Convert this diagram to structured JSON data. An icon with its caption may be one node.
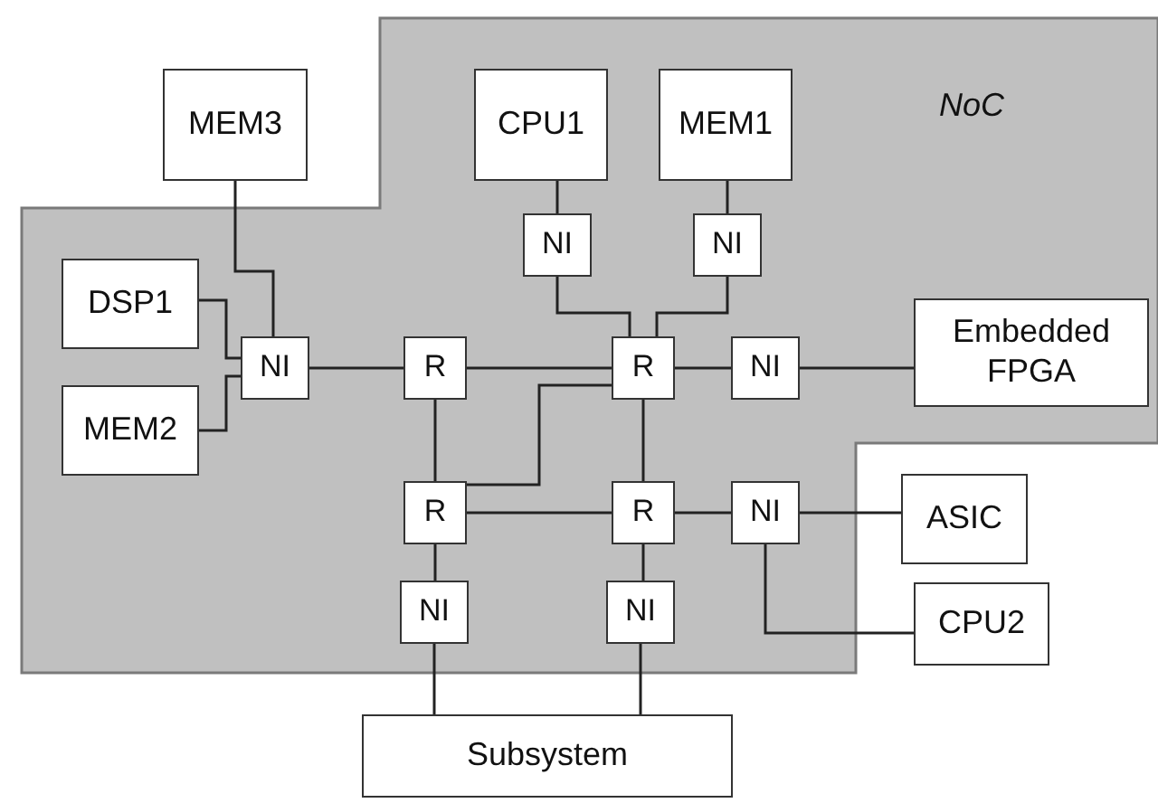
{
  "diagram": {
    "nodes": [
      {
        "text": [
          "NoC"
        ]
      },
      {
        "text": [
          "MEM3"
        ]
      },
      {
        "text": [
          "CPU1"
        ],
        "in": 0
      },
      {
        "text": [
          "MEM1"
        ],
        "in": 0
      },
      {
        "text": [
          "NI"
        ],
        "in": 0
      },
      {
        "text": [
          "NI"
        ],
        "in": 0
      },
      {
        "text": [
          "DSP1"
        ],
        "in": 0
      },
      {
        "text": [
          "NI"
        ],
        "in": 0
      },
      {
        "text": [
          "R"
        ],
        "in": 0
      },
      {
        "text": [
          "R"
        ],
        "in": 0
      },
      {
        "text": [
          "NI"
        ],
        "in": 0
      },
      {
        "text": [
          "Embedded FPGA"
        ],
        "in": 0
      },
      {
        "text": [
          "MEM2"
        ],
        "in": 0
      },
      {
        "text": [
          "R"
        ],
        "in": 0
      },
      {
        "text": [
          "R"
        ],
        "in": 0
      },
      {
        "text": [
          "NI"
        ],
        "in": 0
      },
      {
        "text": [
          "ASIC"
        ]
      },
      {
        "text": [
          "NI"
        ],
        "in": 0
      },
      {
        "text": [
          "NI"
        ],
        "in": 0
      },
      {
        "text": [
          "CPU2"
        ]
      },
      {
        "text": [
          "Subsystem"
        ]
      }
    ],
    "edges": [
      {
        "from": 1,
        "to": 7,
        "arrow": "none"
      },
      {
        "from": 6,
        "to": 7,
        "arrow": "none"
      },
      {
        "from": 12,
        "to": 7,
        "arrow": "none"
      },
      {
        "from": 7,
        "to": 8,
        "arrow": "none"
      },
      {
        "from": 8,
        "to": 9,
        "arrow": "none"
      },
      {
        "from": 9,
        "to": 10,
        "arrow": "none"
      },
      {
        "from": 10,
        "to": 11,
        "arrow": "none"
      },
      {
        "from": 2,
        "to": 4,
        "arrow": "none"
      },
      {
        "from": 3,
        "to": 5,
        "arrow": "none"
      },
      {
        "from": 4,
        "to": 9,
        "arrow": "none"
      },
      {
        "from": 5,
        "to": 9,
        "arrow": "none"
      },
      {
        "from": 8,
        "to": 13,
        "arrow": "none"
      },
      {
        "from": 9,
        "to": 14,
        "arrow": "none"
      },
      {
        "from": 9,
        "to": 13,
        "arrow": "none"
      },
      {
        "from": 13,
        "to": 14,
        "arrow": "none"
      },
      {
        "from": 14,
        "to": 15,
        "arrow": "none"
      },
      {
        "from": 15,
        "to": 16,
        "arrow": "none"
      },
      {
        "from": 15,
        "to": 19,
        "arrow": "none"
      },
      {
        "from": 13,
        "to": 17,
        "arrow": "none"
      },
      {
        "from": 14,
        "to": 18,
        "arrow": "none"
      },
      {
        "from": 17,
        "to": 20,
        "arrow": "none"
      },
      {
        "from": 18,
        "to": 20,
        "arrow": "none"
      }
    ]
  }
}
